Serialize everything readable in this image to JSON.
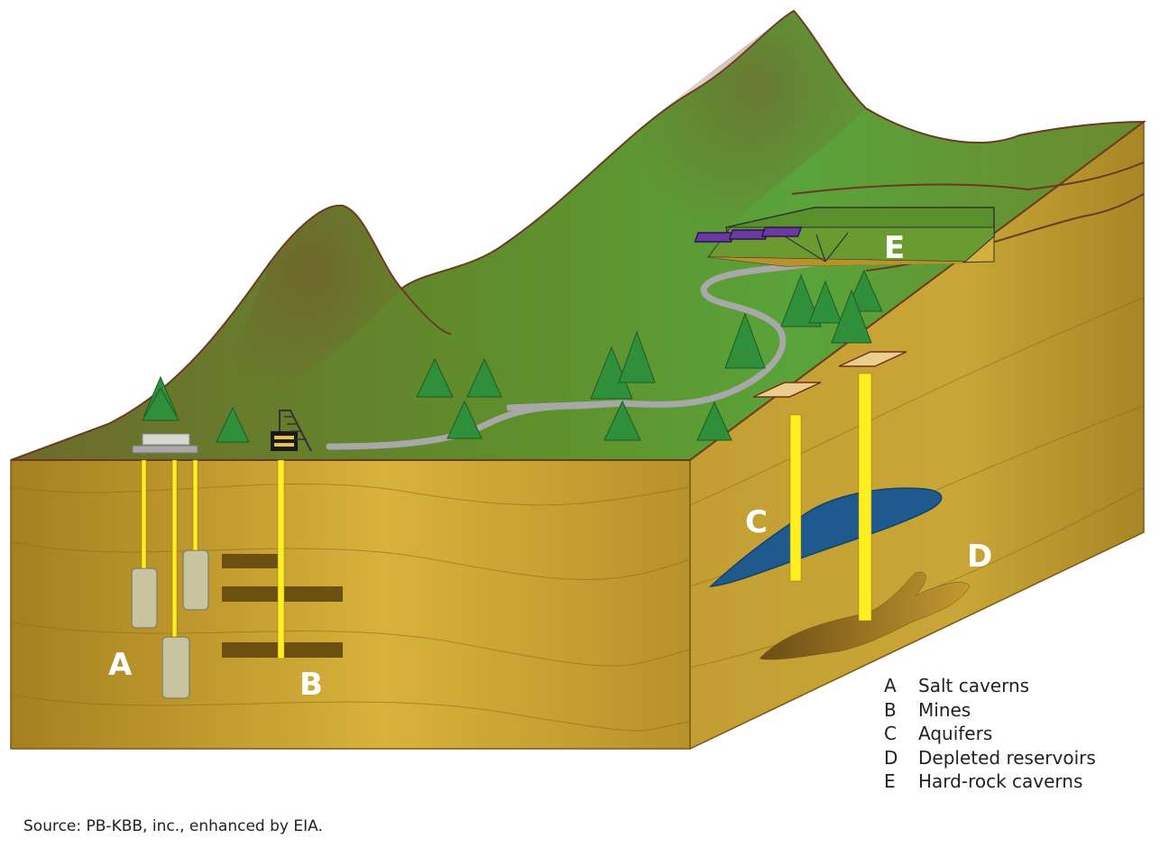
{
  "labels": {
    "A": "A",
    "B": "B",
    "C": "C",
    "D": "D",
    "E": "E"
  },
  "legend": [
    {
      "letter": "A",
      "text": "Salt caverns"
    },
    {
      "letter": "B",
      "text": "Mines"
    },
    {
      "letter": "C",
      "text": "Aquifers"
    },
    {
      "letter": "D",
      "text": "Depleted reservoirs"
    },
    {
      "letter": "E",
      "text": "Hard-rock caverns"
    }
  ],
  "source": "Source: PB-KBB, inc., enhanced by EIA.",
  "colors": {
    "grass": "#5a8f2e",
    "soil": "#c8a43a",
    "soil_dark": "#9a7520",
    "pipe": "#ffee22",
    "water": "#1f5a8e",
    "road": "#a8a8a8",
    "tree": "#2f8f3a",
    "cavern": "#c9c4a0"
  }
}
